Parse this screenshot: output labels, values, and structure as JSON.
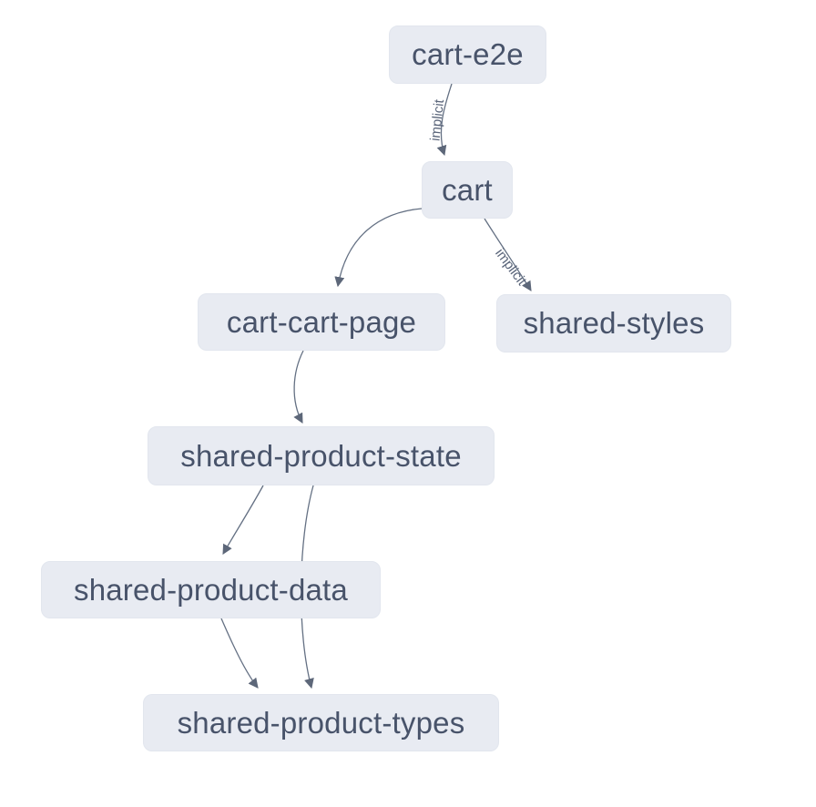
{
  "diagram": {
    "kind": "project-dependency-graph",
    "colors": {
      "background": "#ffffff",
      "node_fill": "#e8ebf2",
      "node_text": "#48536a",
      "edge_stroke": "#647083",
      "edge_label_text": "#5a657a"
    },
    "nodes": [
      {
        "id": "cart-e2e",
        "label": "cart-e2e"
      },
      {
        "id": "cart",
        "label": "cart"
      },
      {
        "id": "cart-cart-page",
        "label": "cart-cart-page"
      },
      {
        "id": "shared-styles",
        "label": "shared-styles"
      },
      {
        "id": "shared-product-state",
        "label": "shared-product-state"
      },
      {
        "id": "shared-product-data",
        "label": "shared-product-data"
      },
      {
        "id": "shared-product-types",
        "label": "shared-product-types"
      }
    ],
    "edges": [
      {
        "from": "cart-e2e",
        "to": "cart",
        "label": "implicit"
      },
      {
        "from": "cart",
        "to": "cart-cart-page",
        "label": ""
      },
      {
        "from": "cart",
        "to": "shared-styles",
        "label": "implicit"
      },
      {
        "from": "cart-cart-page",
        "to": "shared-product-state",
        "label": ""
      },
      {
        "from": "shared-product-state",
        "to": "shared-product-data",
        "label": ""
      },
      {
        "from": "shared-product-state",
        "to": "shared-product-types",
        "label": ""
      },
      {
        "from": "shared-product-data",
        "to": "shared-product-types",
        "label": ""
      }
    ]
  }
}
